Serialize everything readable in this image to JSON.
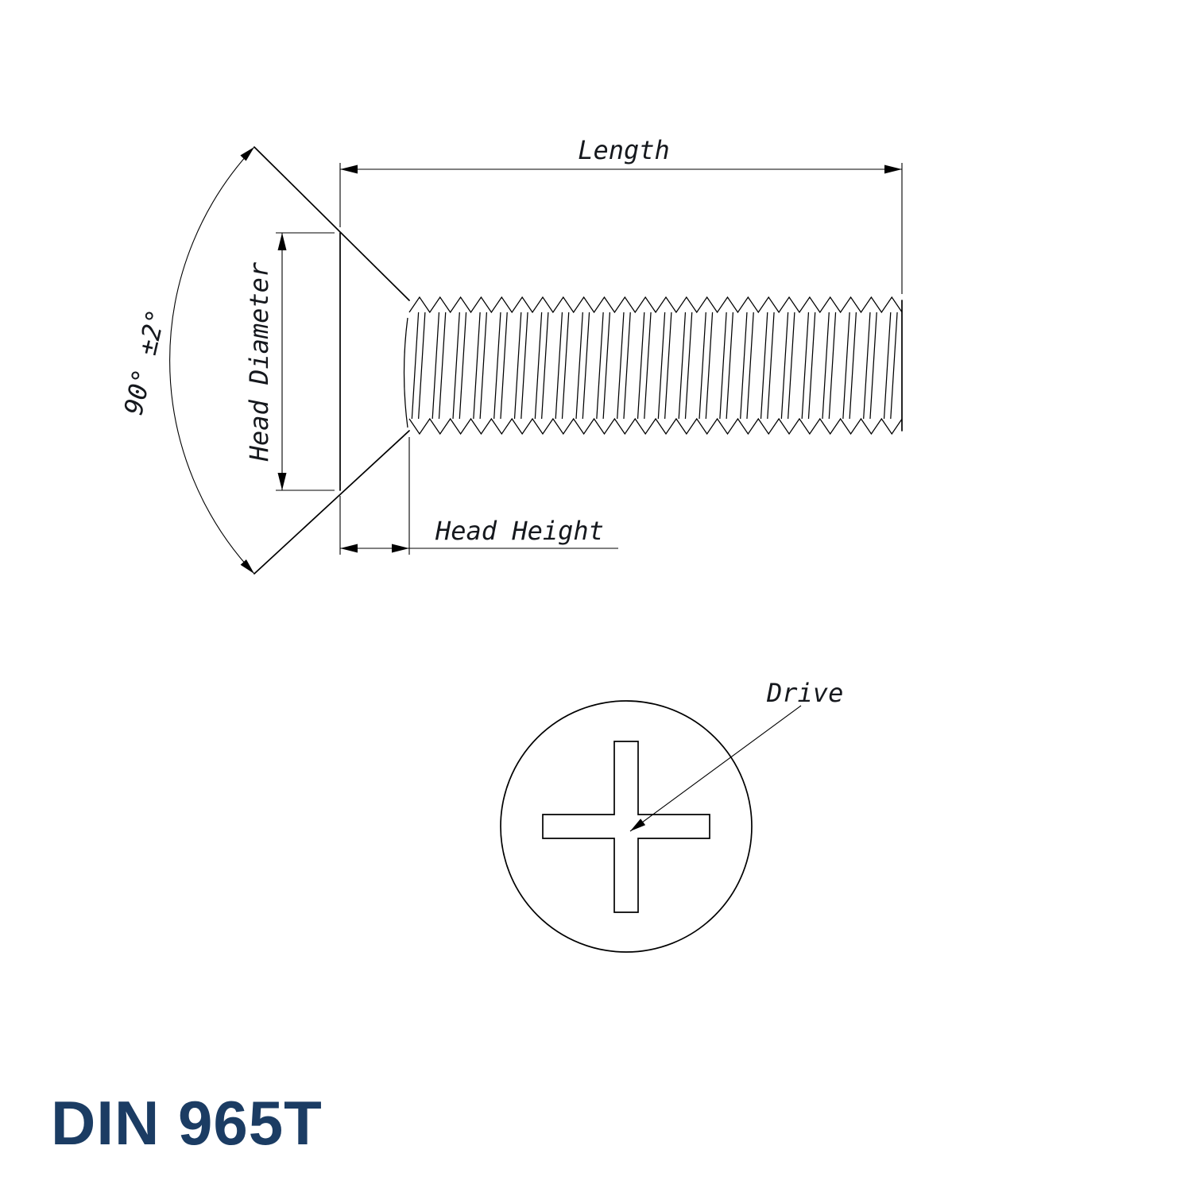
{
  "title": "DIN 965T",
  "labels": {
    "length": "Length",
    "head_diameter": "Head Diameter",
    "head_height": "Head Height",
    "angle": "90° ±2°",
    "drive": "Drive"
  },
  "colors": {
    "line": "#000000",
    "dim_text": "#15181d",
    "title": "#1b3c63",
    "background": "#ffffff"
  }
}
